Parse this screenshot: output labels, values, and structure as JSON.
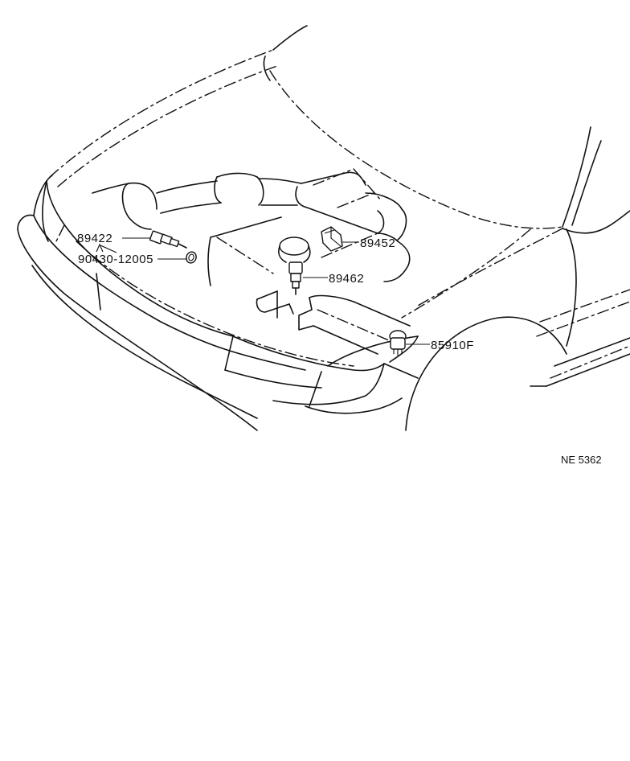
{
  "diagram": {
    "parts": [
      {
        "id": "p89422",
        "number": "89422"
      },
      {
        "id": "p90430",
        "number": "90430-12005"
      },
      {
        "id": "p89452",
        "number": "89452"
      },
      {
        "id": "p89462",
        "number": "89462"
      },
      {
        "id": "p85910",
        "number": "85910F"
      }
    ],
    "reference_code": "NE 5362"
  }
}
